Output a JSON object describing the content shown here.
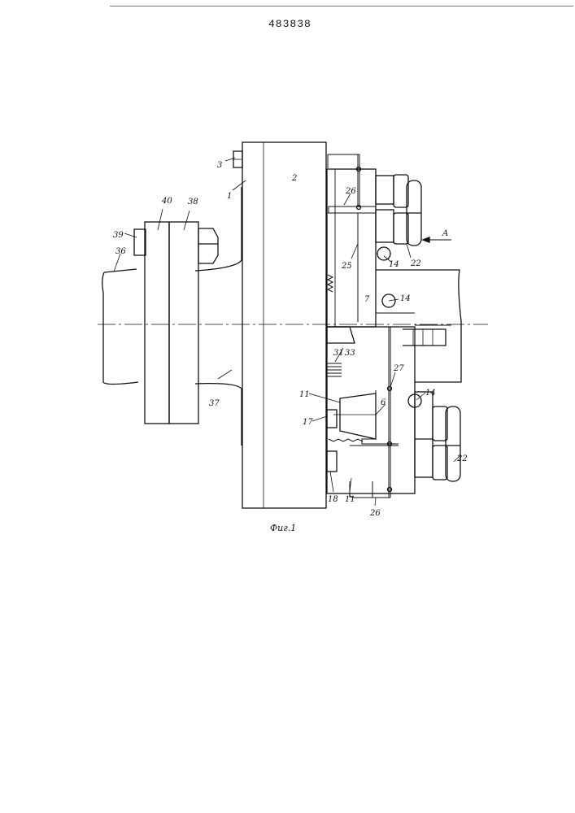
{
  "header": {
    "patent_number": "483838"
  },
  "figure": {
    "caption": "Фиг.1",
    "labels": {
      "l1": "1",
      "l2": "2",
      "l3": "3",
      "l6": "6",
      "l7": "7",
      "l11a": "11",
      "l11b": "11",
      "l14a": "14",
      "l14b": "14",
      "l14c": "14",
      "l17": "17",
      "l18": "18",
      "l22a": "22",
      "l22b": "22",
      "l25": "25",
      "l26a": "26",
      "l26b": "26",
      "l27": "27",
      "l31": "31",
      "l33": "33",
      "l36": "36",
      "l37": "37",
      "l38": "38",
      "l39": "39",
      "l40": "40",
      "lA": "A"
    }
  }
}
